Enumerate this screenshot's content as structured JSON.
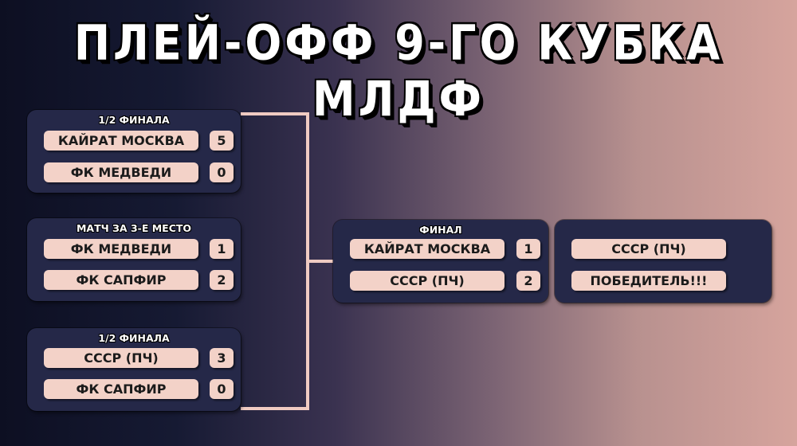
{
  "title": "ПЛЕЙ-ОФФ 9-ГО КУБКА МЛДФ",
  "colors": {
    "panel": "#252848",
    "pill": "#f3d2c8",
    "connector": "#f0cbc2",
    "text_light": "#ffffff",
    "text_dark": "#1b1b1b"
  },
  "semifinal_1": {
    "label": "1/2 ФИНАЛА",
    "team1": "КАЙРАТ МОСКВА",
    "score1": "5",
    "team2": "ФК МЕДВЕДИ",
    "score2": "0"
  },
  "third_place": {
    "label": "МАТЧ ЗА 3-Е МЕСТО",
    "team1": "ФК МЕДВЕДИ",
    "score1": "1",
    "team2": "ФК САПФИР",
    "score2": "2"
  },
  "semifinal_2": {
    "label": "1/2 ФИНАЛА",
    "team1": "СССР (ПЧ)",
    "score1": "3",
    "team2": "ФК САПФИР",
    "score2": "0"
  },
  "final": {
    "label": "ФИНАЛ",
    "team1": "КАЙРАТ МОСКВА",
    "score1": "1",
    "team2": "СССР (ПЧ)",
    "score2": "2"
  },
  "winner": {
    "team": "СССР (ПЧ)",
    "caption": "ПОБЕДИТЕЛЬ!!!"
  }
}
